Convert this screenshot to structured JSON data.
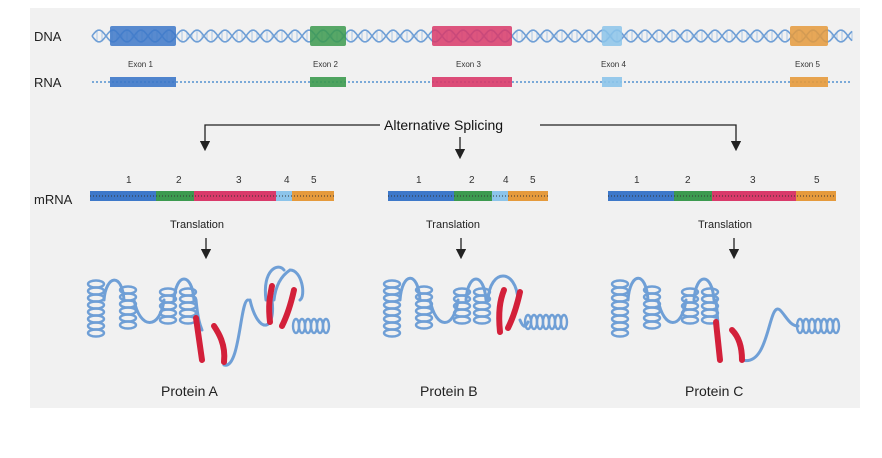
{
  "rows": {
    "dna": "DNA",
    "rna": "RNA",
    "mrna": "mRNA"
  },
  "exons": [
    {
      "label": "Exon  1",
      "color": "#3d78c9"
    },
    {
      "label": "Exon 2",
      "color": "#3c9a4f"
    },
    {
      "label": "Exon   3",
      "color": "#d93a6a"
    },
    {
      "label": "Exon 4",
      "color": "#8cc4ea"
    },
    {
      "label": "Exon 5",
      "color": "#e59a3c"
    }
  ],
  "splicing_title": "Alternative Splicing",
  "isoforms": [
    {
      "numbers": [
        "1",
        "2",
        "3",
        "4",
        "5"
      ],
      "translation": "Translation",
      "protein": "Protein A"
    },
    {
      "numbers": [
        "1",
        "2",
        "4",
        "5"
      ],
      "translation": "Translation",
      "protein": "Protein B"
    },
    {
      "numbers": [
        "1",
        "2",
        "3",
        "5"
      ],
      "translation": "Translation",
      "protein": "Protein C"
    }
  ],
  "colors": {
    "helix": "#6f9fd6",
    "sheet": "#d3203a",
    "panel": "#f1f1f1"
  }
}
